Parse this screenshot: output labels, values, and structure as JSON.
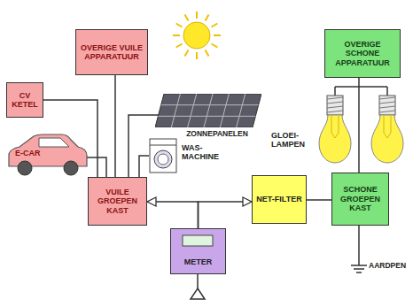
{
  "diagram": {
    "nodes": [
      {
        "text": [
          "OVERIGE VUILE APPARATUUR"
        ]
      },
      {
        "text": [
          "OVERIGE SCHONE APPARATUUR"
        ]
      },
      {
        "text": [
          "CV KETEL"
        ]
      },
      {
        "text": [
          "ZONNEPANELEN"
        ]
      },
      {
        "text": [
          "WAS-MACHINE"
        ]
      },
      {
        "text": [
          "E-CAR"
        ]
      },
      {
        "text": [
          "VUILE GROEPEN KAST"
        ]
      },
      {
        "text": [
          "NET-FILTER"
        ]
      },
      {
        "text": [
          "SCHONE GROEPEN KAST"
        ]
      },
      {
        "text": [
          "METER"
        ]
      }
    ],
    "edges": [
      {
        "from": 0,
        "to": 6,
        "arrow": "none"
      },
      {
        "from": 2,
        "to": 6,
        "arrow": "none"
      },
      {
        "from": 5,
        "to": 6,
        "arrow": "none"
      },
      {
        "from": 3,
        "to": 6,
        "arrow": "none"
      },
      {
        "from": 4,
        "to": 6,
        "arrow": "none"
      },
      {
        "from": 9,
        "to": 6,
        "arrow": "to"
      },
      {
        "from": 9,
        "to": 7,
        "arrow": "to"
      },
      {
        "from": 7,
        "to": 8,
        "arrow": "none"
      },
      {
        "from": 1,
        "to": 8,
        "arrow": "none"
      }
    ],
    "labels": [
      "GLOEI-LAMPEN",
      "AARDPEN"
    ]
  }
}
